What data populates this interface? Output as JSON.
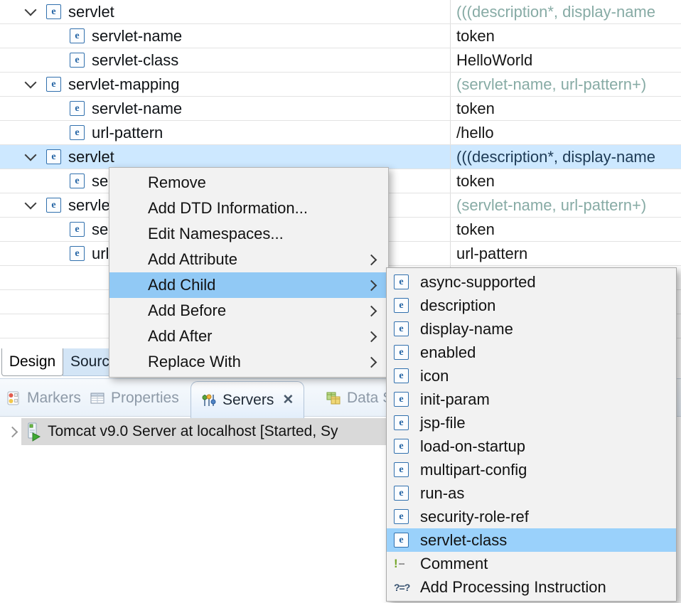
{
  "colors": {
    "selection_row": "#cde8ff",
    "menu_highlight": "#91c9f5",
    "submenu_highlight": "#9ad1fb",
    "content_model_text": "#87aba5",
    "selected_model_text": "#1d3a55",
    "menu_bg": "#f2f2f2",
    "server_row_bg": "#d9d9d9",
    "element_icon_blue": "#2464a4"
  },
  "icons": {
    "element_glyph": "e",
    "comment_glyph_bang": "!",
    "comment_glyph_dashes": "--",
    "pi_glyph": "?=?",
    "close_glyph": "✕"
  },
  "tree": {
    "rows": [
      {
        "label": "servlet",
        "value": "(((description*, display-name",
        "level": 1,
        "expanded": true,
        "value_kind": "model",
        "selected": false
      },
      {
        "label": "servlet-name",
        "value": "token",
        "level": 2,
        "expanded": false,
        "value_kind": "plain",
        "selected": false
      },
      {
        "label": "servlet-class",
        "value": "HelloWorld",
        "level": 2,
        "expanded": false,
        "value_kind": "plain",
        "selected": false
      },
      {
        "label": "servlet-mapping",
        "value": "(servlet-name, url-pattern+)",
        "level": 1,
        "expanded": true,
        "value_kind": "model",
        "selected": false
      },
      {
        "label": "servlet-name",
        "value": "token",
        "level": 2,
        "expanded": false,
        "value_kind": "plain",
        "selected": false
      },
      {
        "label": "url-pattern",
        "value": "/hello",
        "level": 2,
        "expanded": false,
        "value_kind": "plain",
        "selected": false
      },
      {
        "label": "servlet",
        "value": "(((description*, display-name",
        "level": 1,
        "expanded": true,
        "value_kind": "model",
        "selected": true
      },
      {
        "label": "se",
        "value": "token",
        "level": 2,
        "expanded": false,
        "value_kind": "plain",
        "selected": false
      },
      {
        "label": "servle",
        "value": "(servlet-name, url-pattern+)",
        "level": 1,
        "expanded": true,
        "value_kind": "model",
        "selected": false
      },
      {
        "label": "se",
        "value": "token",
        "level": 2,
        "expanded": false,
        "value_kind": "plain",
        "selected": false
      },
      {
        "label": "url",
        "value": "url-pattern",
        "level": 2,
        "expanded": false,
        "value_kind": "plain",
        "selected": false
      }
    ]
  },
  "editor_tabs": {
    "design": "Design",
    "source": "Sourc"
  },
  "view_tabs": {
    "markers": "Markers",
    "properties": "Properties",
    "servers": "Servers",
    "data": "Data S"
  },
  "server_panel": {
    "tomcat_label": "Tomcat v9.0 Server at localhost  [Started, Sy"
  },
  "context_menu": {
    "items": [
      {
        "label": "Remove",
        "submenu": false,
        "highlighted": false
      },
      {
        "label": "Add DTD Information...",
        "submenu": false,
        "highlighted": false
      },
      {
        "label": "Edit Namespaces...",
        "submenu": false,
        "highlighted": false
      },
      {
        "label": "Add Attribute",
        "submenu": true,
        "highlighted": false
      },
      {
        "label": "Add Child",
        "submenu": true,
        "highlighted": true
      },
      {
        "label": "Add Before",
        "submenu": true,
        "highlighted": false
      },
      {
        "label": "Add After",
        "submenu": true,
        "highlighted": false
      },
      {
        "label": "Replace With",
        "submenu": true,
        "highlighted": false
      }
    ]
  },
  "submenu": {
    "items": [
      {
        "label": "async-supported",
        "icon": "element",
        "highlighted": false
      },
      {
        "label": "description",
        "icon": "element",
        "highlighted": false
      },
      {
        "label": "display-name",
        "icon": "element",
        "highlighted": false
      },
      {
        "label": "enabled",
        "icon": "element",
        "highlighted": false
      },
      {
        "label": "icon",
        "icon": "element",
        "highlighted": false
      },
      {
        "label": "init-param",
        "icon": "element",
        "highlighted": false
      },
      {
        "label": "jsp-file",
        "icon": "element",
        "highlighted": false
      },
      {
        "label": "load-on-startup",
        "icon": "element",
        "highlighted": false
      },
      {
        "label": "multipart-config",
        "icon": "element",
        "highlighted": false
      },
      {
        "label": "run-as",
        "icon": "element",
        "highlighted": false
      },
      {
        "label": "security-role-ref",
        "icon": "element",
        "highlighted": false
      },
      {
        "label": "servlet-class",
        "icon": "element",
        "highlighted": true
      },
      {
        "label": "Comment",
        "icon": "comment",
        "highlighted": false
      },
      {
        "label": "Add Processing Instruction",
        "icon": "processing-instruction",
        "highlighted": false
      }
    ]
  }
}
